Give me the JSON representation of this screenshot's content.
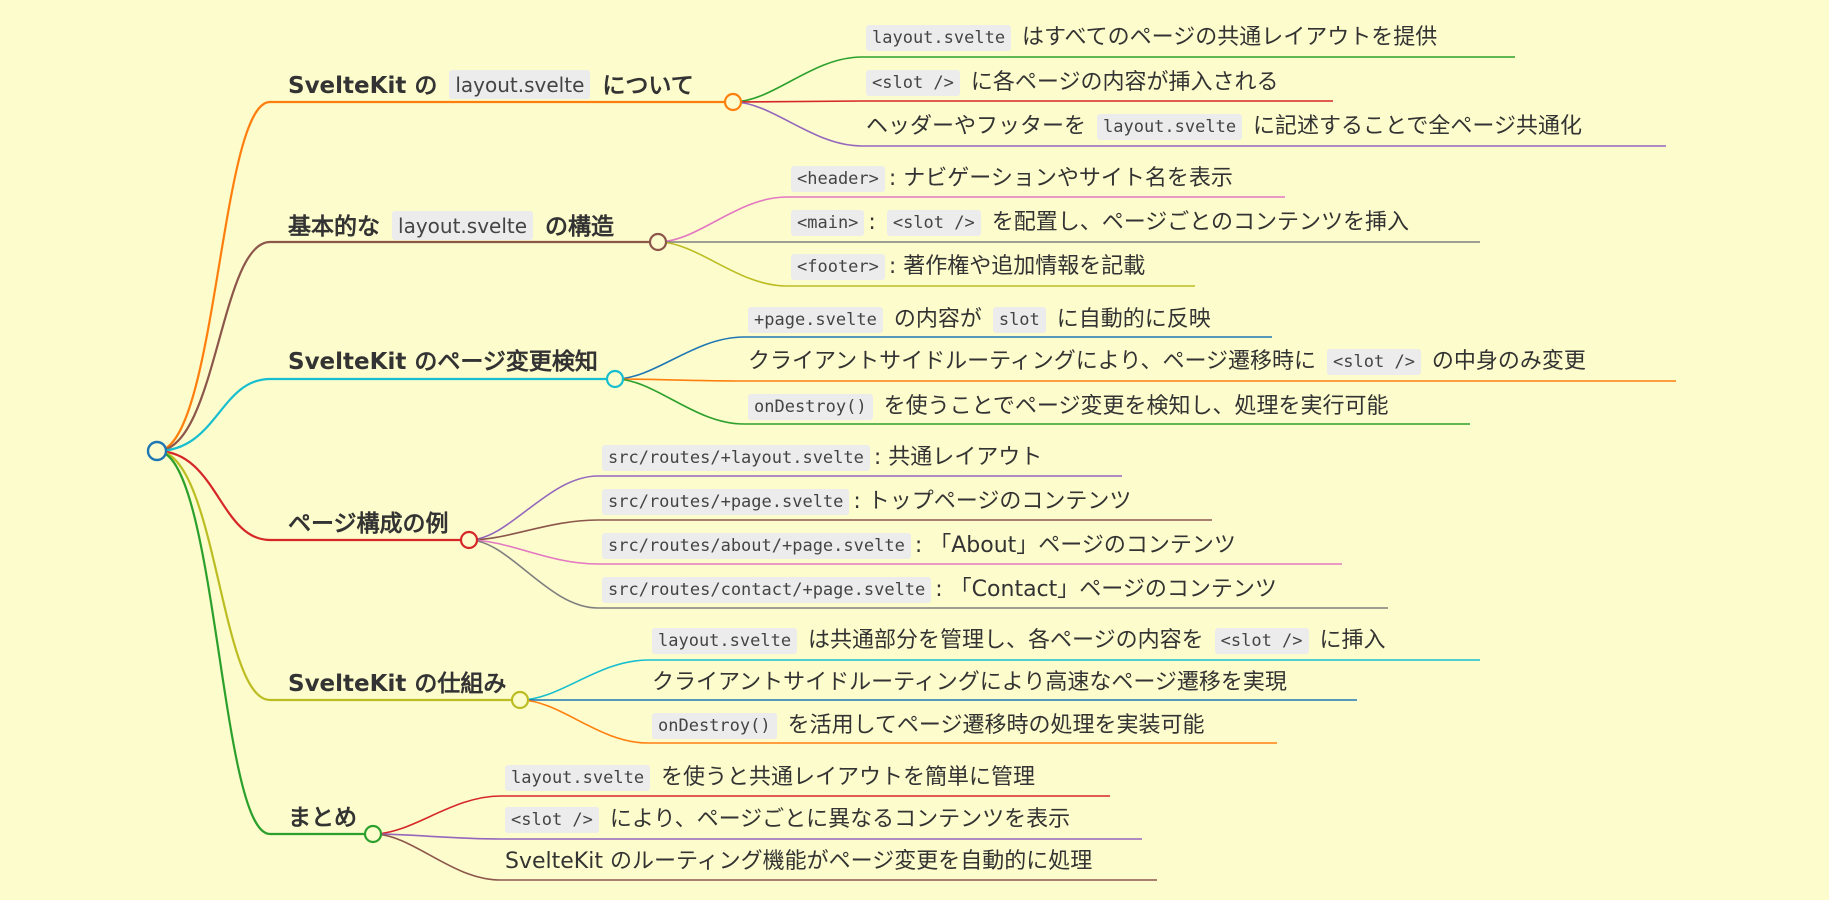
{
  "colors": {
    "background": "#fdfccc",
    "text": "#333333",
    "code_bg": "#ececec",
    "root_node": "#1f77b4"
  },
  "branches": [
    {
      "color": "#ff7f0e",
      "label": [
        {
          "t": "SvelteKit の "
        },
        {
          "c": "layout.svelte"
        },
        {
          "t": " について"
        }
      ],
      "leaves": [
        {
          "color": "#2ca02c",
          "label": [
            {
              "c": "layout.svelte"
            },
            {
              "t": " はすべてのページの共通レイアウトを提供"
            }
          ]
        },
        {
          "color": "#d62728",
          "label": [
            {
              "c": "<slot />"
            },
            {
              "t": " に各ページの内容が挿入される"
            }
          ]
        },
        {
          "color": "#9467bd",
          "label": [
            {
              "t": "ヘッダーやフッターを "
            },
            {
              "c": "layout.svelte"
            },
            {
              "t": " に記述することで全ページ共通化"
            }
          ]
        }
      ]
    },
    {
      "color": "#8c564b",
      "label": [
        {
          "t": "基本的な "
        },
        {
          "c": "layout.svelte"
        },
        {
          "t": " の構造"
        }
      ],
      "leaves": [
        {
          "color": "#e377c2",
          "label": [
            {
              "c": "<header>"
            },
            {
              "t": ": ナビゲーションやサイト名を表示"
            }
          ]
        },
        {
          "color": "#7f7f7f",
          "label": [
            {
              "c": "<main>"
            },
            {
              "t": ": "
            },
            {
              "c": "<slot />"
            },
            {
              "t": " を配置し、ページごとのコンテンツを挿入"
            }
          ]
        },
        {
          "color": "#bcbd22",
          "label": [
            {
              "c": "<footer>"
            },
            {
              "t": ": 著作権や追加情報を記載"
            }
          ]
        }
      ]
    },
    {
      "color": "#17becf",
      "label": [
        {
          "t": "SvelteKit のページ変更検知"
        }
      ],
      "leaves": [
        {
          "color": "#1f77b4",
          "label": [
            {
              "c": "+page.svelte"
            },
            {
              "t": " の内容が "
            },
            {
              "c": "slot"
            },
            {
              "t": " に自動的に反映"
            }
          ]
        },
        {
          "color": "#ff7f0e",
          "label": [
            {
              "t": "クライアントサイドルーティングにより、ページ遷移時に "
            },
            {
              "c": "<slot />"
            },
            {
              "t": " の中身のみ変更"
            }
          ]
        },
        {
          "color": "#2ca02c",
          "label": [
            {
              "c": "onDestroy()"
            },
            {
              "t": " を使うことでページ変更を検知し、処理を実行可能"
            }
          ]
        }
      ]
    },
    {
      "color": "#d62728",
      "label": [
        {
          "t": "ページ構成の例"
        }
      ],
      "leaves": [
        {
          "color": "#9467bd",
          "label": [
            {
              "c": "src/routes/+layout.svelte"
            },
            {
              "t": ": 共通レイアウト"
            }
          ]
        },
        {
          "color": "#8c564b",
          "label": [
            {
              "c": "src/routes/+page.svelte"
            },
            {
              "t": ": トップページのコンテンツ"
            }
          ]
        },
        {
          "color": "#e377c2",
          "label": [
            {
              "c": "src/routes/about/+page.svelte"
            },
            {
              "t": ": 「About」ページのコンテンツ"
            }
          ]
        },
        {
          "color": "#7f7f7f",
          "label": [
            {
              "c": "src/routes/contact/+page.svelte"
            },
            {
              "t": ": 「Contact」ページのコンテンツ"
            }
          ]
        }
      ]
    },
    {
      "color": "#bcbd22",
      "label": [
        {
          "t": "SvelteKit の仕組み"
        }
      ],
      "leaves": [
        {
          "color": "#17becf",
          "label": [
            {
              "c": "layout.svelte"
            },
            {
              "t": " は共通部分を管理し、各ページの内容を "
            },
            {
              "c": "<slot />"
            },
            {
              "t": " に挿入"
            }
          ]
        },
        {
          "color": "#1f77b4",
          "label": [
            {
              "t": "クライアントサイドルーティングにより高速なページ遷移を実現"
            }
          ]
        },
        {
          "color": "#ff7f0e",
          "label": [
            {
              "c": "onDestroy()"
            },
            {
              "t": " を活用してページ遷移時の処理を実装可能"
            }
          ]
        }
      ]
    },
    {
      "color": "#2ca02c",
      "label": [
        {
          "t": "まとめ"
        }
      ],
      "leaves": [
        {
          "color": "#d62728",
          "label": [
            {
              "c": "layout.svelte"
            },
            {
              "t": " を使うと共通レイアウトを簡単に管理"
            }
          ]
        },
        {
          "color": "#9467bd",
          "label": [
            {
              "c": "<slot />"
            },
            {
              "t": " により、ページごとに異なるコンテンツを表示"
            }
          ]
        },
        {
          "color": "#8c564b",
          "label": [
            {
              "t": "SvelteKit のルーティング機能がページ変更を自動的に処理"
            }
          ]
        }
      ]
    }
  ]
}
